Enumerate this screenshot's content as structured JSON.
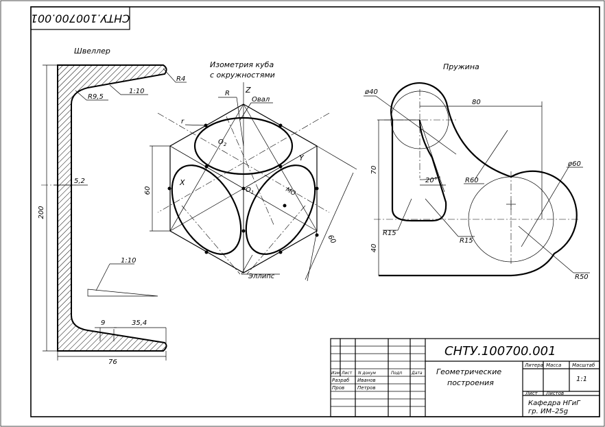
{
  "stamp_code_mirrored": "СНТУ.100700.001",
  "channel": {
    "title": "Швеллер",
    "r4": "R4",
    "r95": "R9,5",
    "slope_top": "1:10",
    "web": "5,2",
    "height": "200",
    "slope_legend": "1:10",
    "flange_t": "9",
    "flange_w": "35,4",
    "width": "76"
  },
  "iso": {
    "title_line1": "Изометрия куба",
    "title_line2": "с окружностями",
    "r_big": "R",
    "r_small": "r",
    "z": "Z",
    "oval": "Овал",
    "o2": "O",
    "o2_sub": "2",
    "o1": "O",
    "o1_sub": "1",
    "x": "X",
    "y": "Y",
    "mo": "MO",
    "dim_left": "60",
    "dim_right": "60",
    "ellipse": "Эллипс"
  },
  "spring": {
    "title": "Пружина",
    "d40": "ø40",
    "d80": "80",
    "h70": "70",
    "angle": "20°",
    "r60": "R60",
    "d60": "ø60",
    "r15a": "R15",
    "r15b": "R15",
    "h40": "40",
    "r50": "R50"
  },
  "title_block": {
    "code": "СНТУ.100700.001",
    "name_line1": "Геометрические",
    "name_line2": "построения",
    "h_litera": "Литера",
    "h_massa": "Масса",
    "h_masshtab": "Масштаб",
    "scale": "1:1",
    "list": "Лист",
    "listov": "Листов",
    "dept_line1": "Кафедра  НГиГ",
    "dept_line2": "гр.  ИМ–25g",
    "col_izm": "Изм",
    "col_list": "Лист",
    "col_ndoc": "N докум",
    "col_podp": "Подп",
    "col_data": "Дата",
    "razrab": "Разраб",
    "razrab_name": "Иванов",
    "prov": "Пров",
    "prov_name": "Петров"
  }
}
